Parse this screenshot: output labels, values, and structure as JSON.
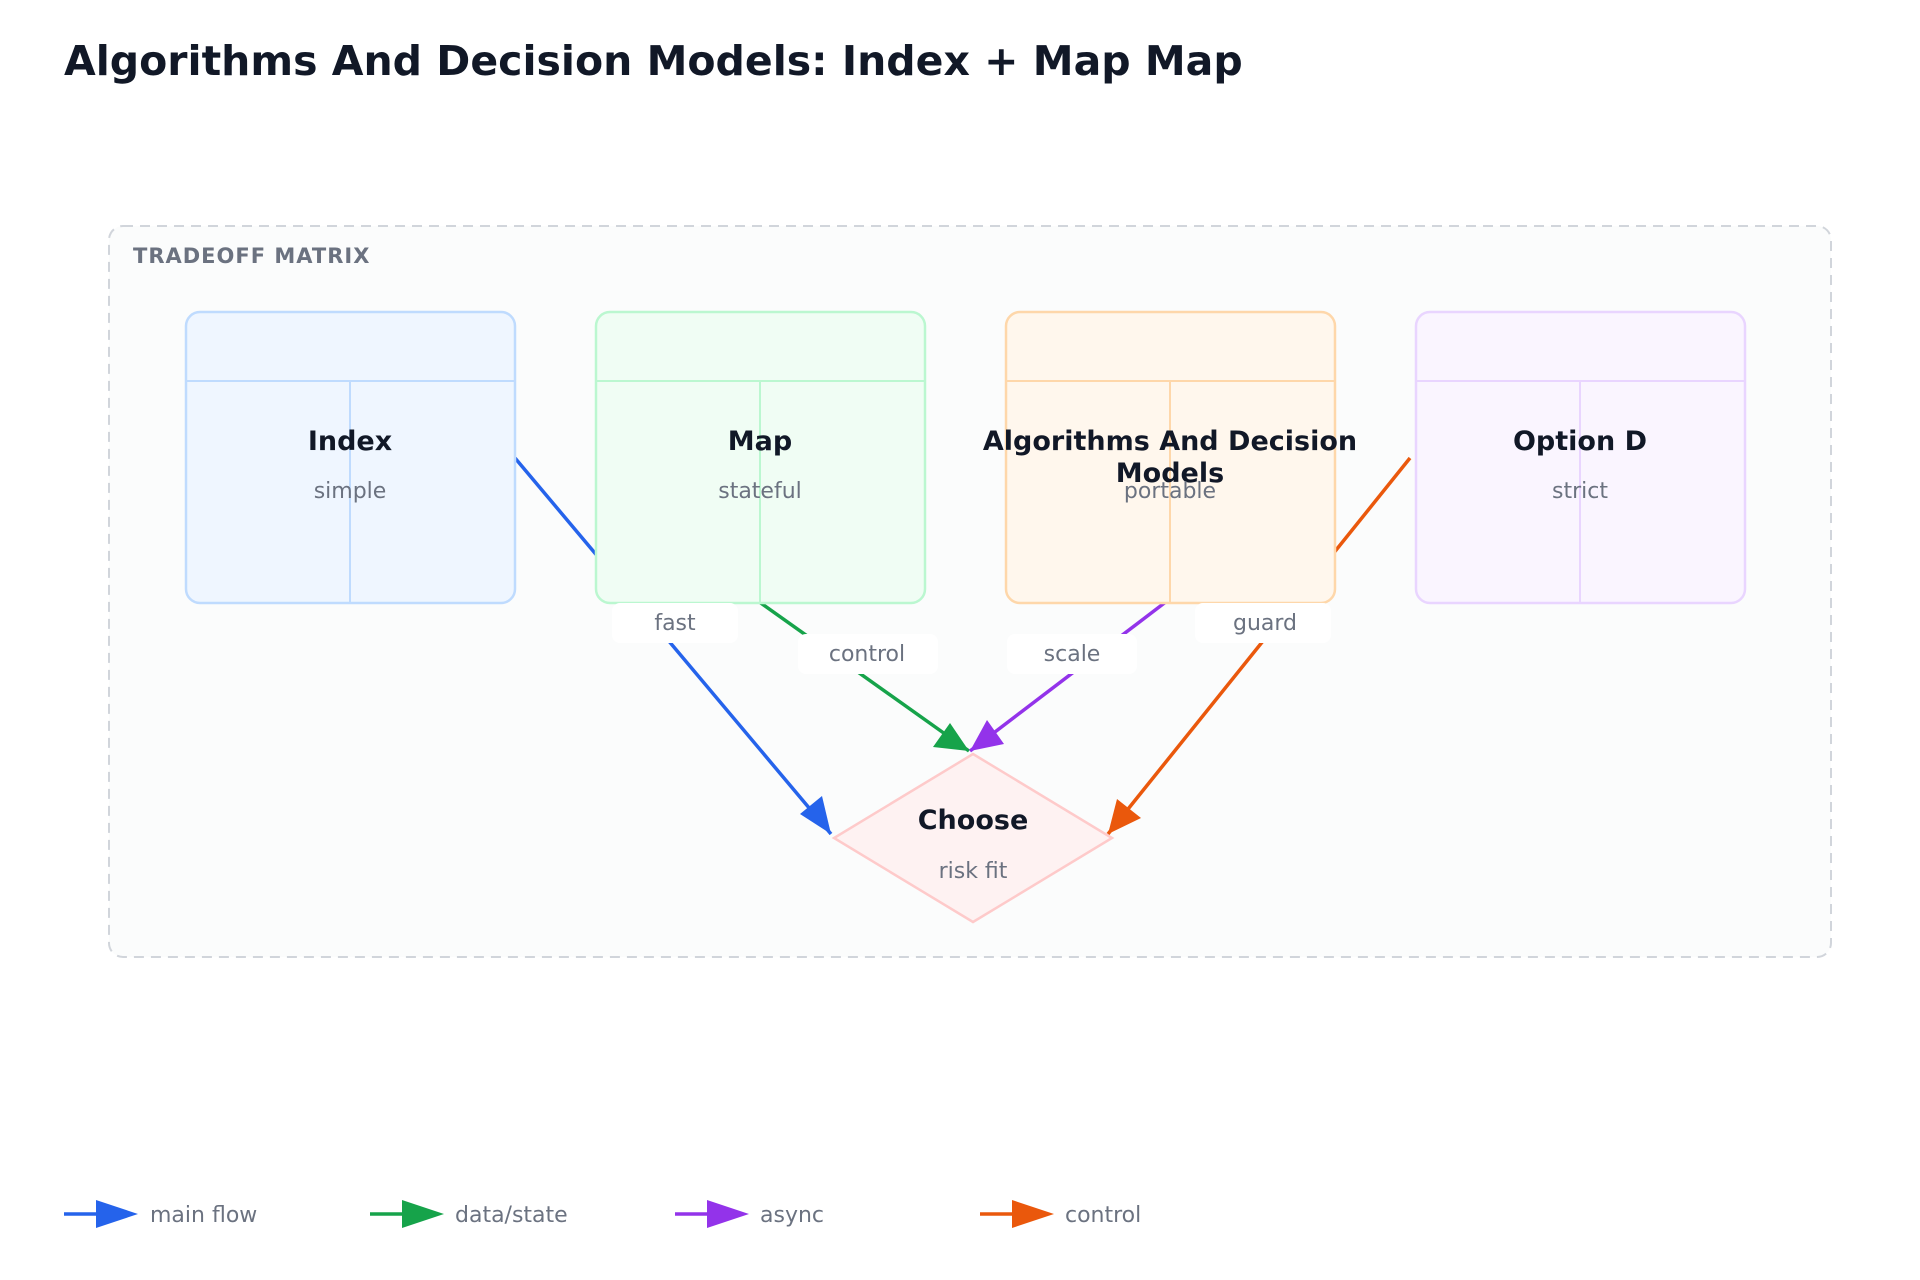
{
  "title": "Algorithms And Decision Models: Index + Map Map",
  "group": {
    "label": "TRADEOFF MATRIX"
  },
  "nodes": [
    {
      "id": "index",
      "title": "Index",
      "subtitle": "simple",
      "fill": "#eff6ff",
      "stroke": "#bfdbfe"
    },
    {
      "id": "map",
      "title": "Map",
      "subtitle": "stateful",
      "fill": "#f0fdf4",
      "stroke": "#bbf7d0"
    },
    {
      "id": "algorithms",
      "title_lines": [
        "Algorithms And Decision",
        "Models"
      ],
      "subtitle": "portable",
      "fill": "#fff7ed",
      "stroke": "#fed7aa"
    },
    {
      "id": "option-d",
      "title": "Option D",
      "subtitle": "strict",
      "fill": "#faf5ff",
      "stroke": "#e9d5ff"
    }
  ],
  "decision": {
    "title": "Choose",
    "subtitle": "risk fit",
    "fill": "#fef2f2",
    "stroke": "#fecaca"
  },
  "edges": [
    {
      "from": "index",
      "label": "fast",
      "color": "#2563eb"
    },
    {
      "from": "map",
      "label": "control",
      "color": "#16a34a"
    },
    {
      "from": "algorithms",
      "label": "scale",
      "color": "#9333ea"
    },
    {
      "from": "option-d",
      "label": "guard",
      "color": "#ea580c"
    }
  ],
  "legend": [
    {
      "label": "main flow",
      "color": "#2563eb"
    },
    {
      "label": "data/state",
      "color": "#16a34a"
    },
    {
      "label": "async",
      "color": "#9333ea"
    },
    {
      "label": "control",
      "color": "#ea580c"
    }
  ]
}
